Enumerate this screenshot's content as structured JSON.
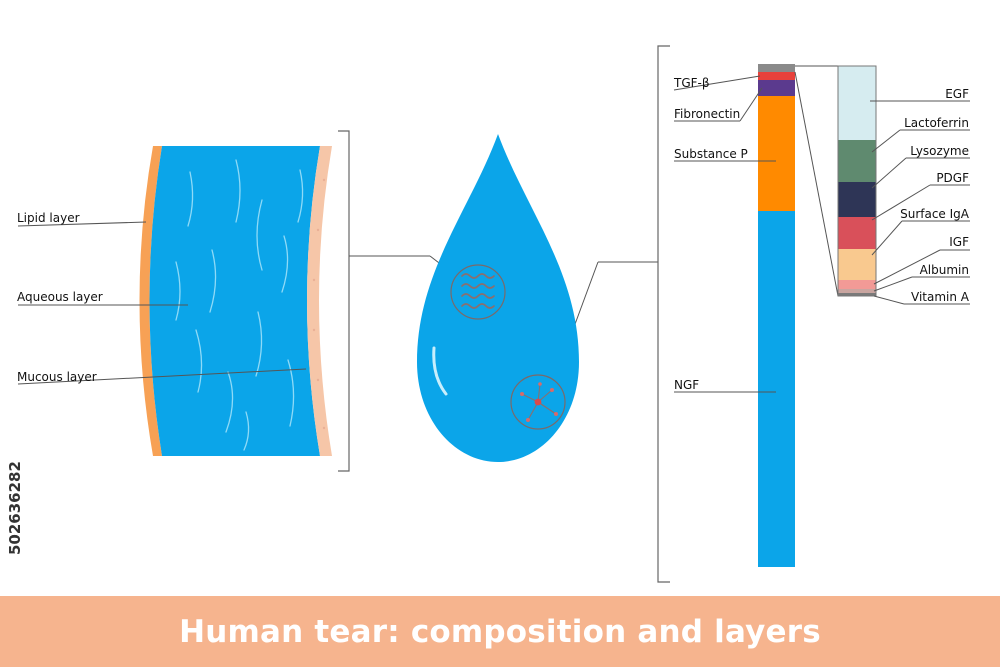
{
  "title": "Human tear: composition and layers",
  "stock_id": "502636282",
  "layers": {
    "lipid": "Lipid layer",
    "aqueous": "Aqueous layer",
    "mucous": "Mucous layer"
  },
  "main_column": [
    {
      "label": "TGF-β",
      "color": "#e8413b"
    },
    {
      "label": "Fibronectin",
      "color": "#5b3a8e"
    },
    {
      "label": "Substance P",
      "color": "#ff8a00"
    },
    {
      "label": "NGF",
      "color": "#0ba5e9"
    }
  ],
  "zoom_column": [
    {
      "label": "EGF",
      "color": "#d6ecf0"
    },
    {
      "label": "Lactoferrin",
      "color": "#5f8a6f"
    },
    {
      "label": "Lysozyme",
      "color": "#2e3556"
    },
    {
      "label": "PDGF",
      "color": "#d9505a"
    },
    {
      "label": "Surface IgA",
      "color": "#f9c98f"
    },
    {
      "label": "IGF",
      "color": "#f29a96"
    },
    {
      "label": "Albumin",
      "color": "#c9a5a0"
    },
    {
      "label": "Vitamin A",
      "color": "#7a7a7a"
    }
  ],
  "colors": {
    "water": "#0ba5e9",
    "lipid": "#f7a155",
    "mucous": "#f6c6a8",
    "footer": "#f6b48e",
    "cap": "#8a8a8a"
  }
}
